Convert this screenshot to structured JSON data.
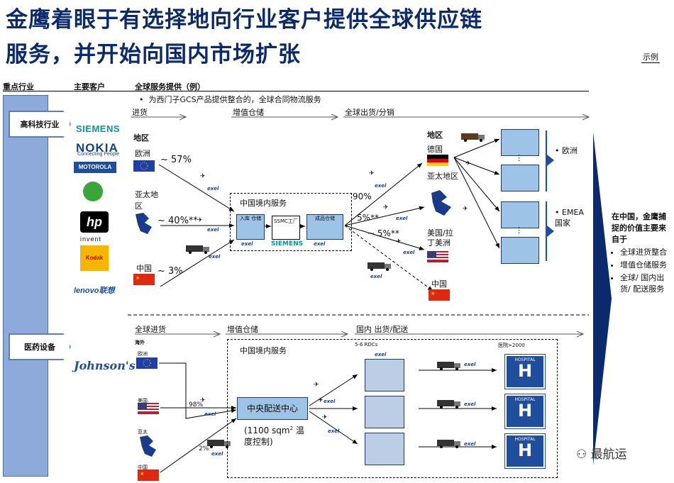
{
  "title": {
    "line1": "金鹰着眼于有选择地向行业客户提供全球供应链",
    "line2": "服务，并开始向国内市场扩张",
    "example_tag": "示例"
  },
  "headers": {
    "industry": "重点行业",
    "customers": "主要客户",
    "services": "全球服务提供（例）"
  },
  "industries": [
    {
      "label": "高科技行业"
    },
    {
      "label": "医药设备"
    }
  ],
  "customers_hightech": [
    "SIEMENS",
    "NOKIA",
    "Connecting People",
    "MOTOROLA",
    "invent",
    "Kodak",
    "lenovo联想"
  ],
  "customers_medical": [
    "Johnson's"
  ],
  "hightech": {
    "bullet": "为西门子GCS产品提供整合的，全球合同物流服务",
    "stage_inbound": "进货",
    "stage_warehouse": "增值仓储",
    "stage_outbound": "全球出货/分销",
    "region_title": "地区",
    "europe": "欧洲",
    "europe_pct": "~ 57%",
    "apac": "亚太地区",
    "apac_pct": "~ 40%**",
    "china": "中国",
    "china_pct": "~ 3%",
    "cn_service": "中国境内服务",
    "box_in": "入库 仓储",
    "box_ssmc": "SSMC工厂",
    "box_out": "成品仓储",
    "siemens": "SIEMENS",
    "out_90": "90%",
    "out_5a": "5%**",
    "out_5b": "~ 5%**",
    "dest_title": "地区",
    "dest_germany": "德国",
    "dest_apac": "亚太地区",
    "dest_us": "美国/拉丁美洲",
    "dest_china": "中国",
    "right_europe": "欧洲",
    "right_emea": "EMEA国家",
    "dots": "⋮"
  },
  "medical": {
    "stage_inbound": "全球进货",
    "stage_warehouse": "增值仓储",
    "stage_outbound": "国内 出货/配送",
    "overseas": "海外",
    "eu": "欧洲",
    "us": "美国",
    "apac": "亚太",
    "china": "中国",
    "pct98": "98%",
    "pct2": "2%",
    "cn_service": "中国境内服务",
    "dc": "中央配送中心",
    "dc_note_a": "(1100 sqm",
    "dc_note_sup": "2",
    "dc_note_b": " 温度控制)",
    "rdcs": "5-6 RDCs",
    "hospitals": "医院>2000",
    "hospital_sign": "HOSPITAL",
    "h": "H"
  },
  "exel": "exel",
  "right_note": {
    "head": "在中国，金鹰捕捉的价值主要来自于",
    "items": [
      "全球进货整合",
      "增值仓储服务",
      "全球/ 国内出货/ 配送服务"
    ]
  },
  "watermark": "最航运",
  "colors": {
    "title": "#0b2a6e",
    "box": "#9dc3e6",
    "bar": "#8eaadb",
    "arrow": "#0b2a6e"
  }
}
